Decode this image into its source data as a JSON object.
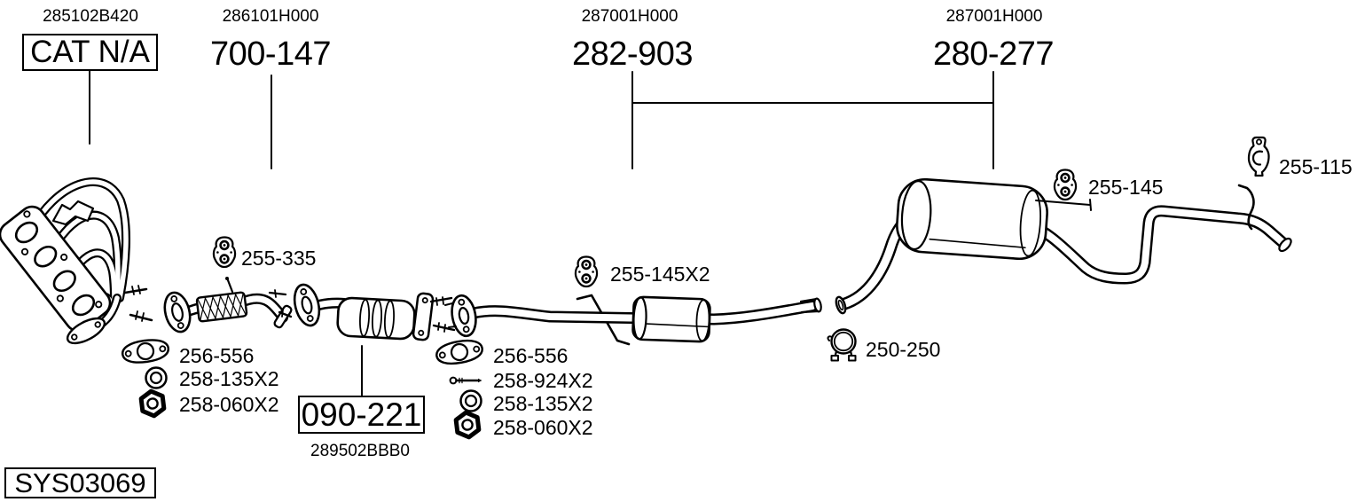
{
  "assemblies": [
    {
      "ref": "285102B420",
      "part": "CAT N/A",
      "boxed": true
    },
    {
      "ref": "286101H000",
      "part": "700-147",
      "boxed": false
    },
    {
      "ref": "287001H000",
      "part": "282-903",
      "boxed": false
    },
    {
      "ref": "287001H000",
      "part": "280-277",
      "boxed": false
    }
  ],
  "converter_box": {
    "part": "090-221",
    "ref": "289502BBB0"
  },
  "callouts": {
    "hanger_335": {
      "label": "255-335",
      "icon": "rubber-hanger-icon"
    },
    "hanger_145x2": {
      "label": "255-145X2",
      "icon": "rubber-hanger-icon"
    },
    "hanger_145": {
      "label": "255-145",
      "icon": "rubber-hanger-icon"
    },
    "bracket_115": {
      "label": "255-115",
      "icon": "pipe-bracket-icon"
    },
    "clamp_250": {
      "label": "250-250",
      "icon": "pipe-clamp-icon"
    }
  },
  "front_hardware": [
    {
      "label": "256-556",
      "icon": "gasket-icon"
    },
    {
      "label": "258-135X2",
      "icon": "washer-icon"
    },
    {
      "label": "258-060X2",
      "icon": "nut-icon"
    }
  ],
  "center_hardware": [
    {
      "label": "256-556",
      "icon": "gasket-icon"
    },
    {
      "label": "258-924X2",
      "icon": "bolt-icon"
    },
    {
      "label": "258-135X2",
      "icon": "washer-icon"
    },
    {
      "label": "258-060X2",
      "icon": "nut-icon"
    }
  ],
  "system_id": "SYS03069",
  "colors": {
    "line": "#000000",
    "background": "#ffffff"
  }
}
